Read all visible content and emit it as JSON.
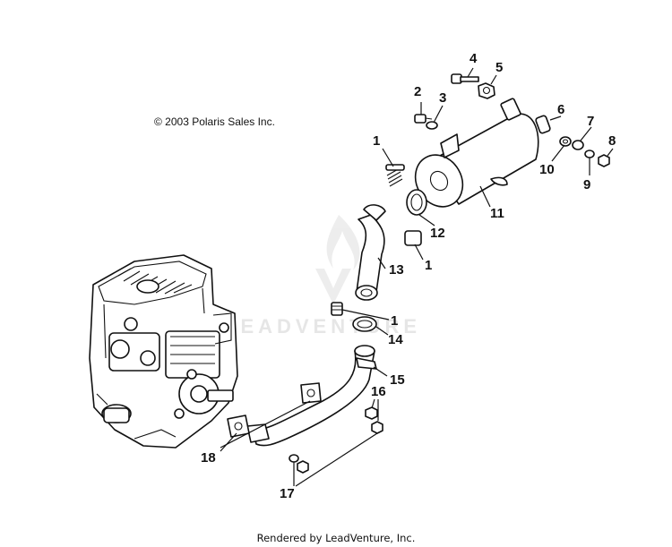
{
  "copyright": "© 2003 Polaris Sales Inc.",
  "footer": "Rendered by LeadVenture, Inc.",
  "watermark": {
    "text": "LEADVENTURE",
    "color": "#e6e6e6"
  },
  "callouts": {
    "c1a": "1",
    "c1b": "1",
    "c1c": "1",
    "c2": "2",
    "c3": "3",
    "c4": "4",
    "c5": "5",
    "c6": "6",
    "c7": "7",
    "c8": "8",
    "c9": "9",
    "c10": "10",
    "c11": "11",
    "c12": "12",
    "c13": "13",
    "c14": "14",
    "c15": "15",
    "c16": "16",
    "c17": "17",
    "c18": "18"
  }
}
